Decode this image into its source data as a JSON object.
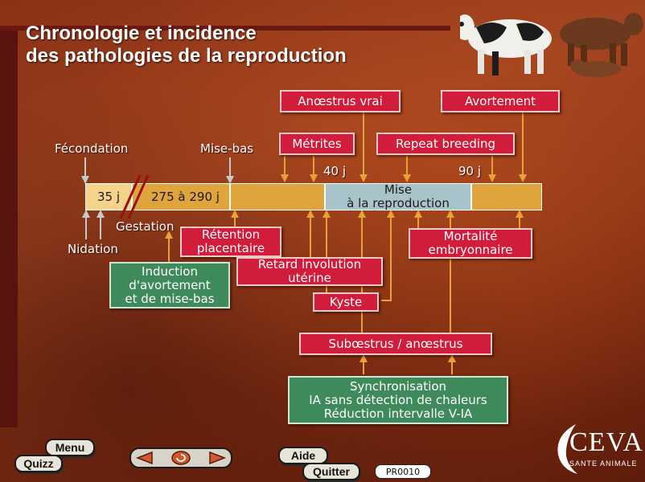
{
  "title_line1": "Chronologie et incidence",
  "title_line2": "des pathologies de la reproduction",
  "timeline": {
    "fecondation": "Fécondation",
    "mise_bas": "Mise-bas",
    "nidation": "Nidation",
    "gestation": "Gestation",
    "seg_35": "35 j",
    "seg_gestation": "275 à 290 j",
    "mise_line1": "Mise",
    "mise_line2": "à la reproduction",
    "day_40": "40 j",
    "day_90": "90 j"
  },
  "boxes": {
    "anoestrus_vrai": "Anœstrus vrai",
    "avortement": "Avortement",
    "metrites": "Métrites",
    "repeat_breeding": "Repeat breeding",
    "retention_1": "Rétention",
    "retention_2": "placentaire",
    "retard_1": "Retard involution",
    "retard_2": "utérine",
    "mortalite_1": "Mortalité",
    "mortalite_2": "embryonnaire",
    "kyste": "Kyste",
    "suboestrus": "Subœstrus  / anœstrus",
    "induction_1": "Induction",
    "induction_2": "d'avortement",
    "induction_3": "et de mise-bas",
    "sync_1": "Synchronisation",
    "sync_2": "IA sans détection de chaleurs",
    "sync_3": "Réduction intervalle V-IA"
  },
  "nav": {
    "menu": "Menu",
    "quizz": "Quizz",
    "aide": "Aide",
    "quitter": "Quitter",
    "code": "PR0010"
  },
  "logo": {
    "brand": "CEVA",
    "sub": "SANTE ANIMALE"
  },
  "colors": {
    "box_red": "#d21c3c",
    "box_green": "#3f8a5b",
    "seg_light": "#f6d28a",
    "seg_orange": "#e0a43c",
    "seg_blue": "#a9c3cb",
    "arrow_orange": "#e8a23a",
    "arrow_grey": "#c9c9c9"
  },
  "icons": [
    "left-arrow-icon",
    "refresh-icon",
    "right-arrow-icon"
  ]
}
